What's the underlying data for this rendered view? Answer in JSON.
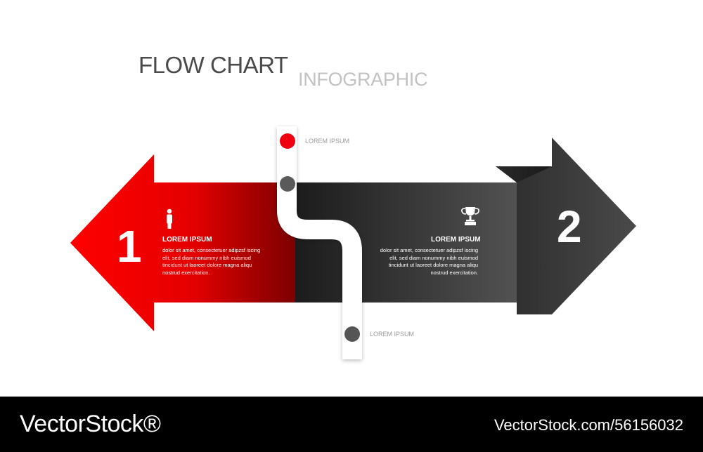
{
  "title": {
    "main": "FLOW CHART",
    "sub": "INFOGRAPHIC"
  },
  "colors": {
    "red": "#ee0000",
    "dark": "#3c3c3c",
    "node_red": "#ee0011",
    "node_gray": "#5a5a5a"
  },
  "steps": [
    {
      "number": "1",
      "icon": "person-icon",
      "heading": "LOREM IPSUM",
      "text": "dolor sit amet, consectetuer adipzsf iscing elit, sed diam nonummy nibh euismod tincidunt ut laoreet dolore magna aliqu nostrud exercitation."
    },
    {
      "number": "2",
      "icon": "trophy-icon",
      "heading": "LOREM IPSUM",
      "text": "dolor sit amet, consectetuer adipzsf iscing elit, sed diam nonummy nibh euismod tincidunt ut laoreet dolore magna aliqu nostrud exercitation."
    }
  ],
  "markers": [
    {
      "label": "LOREM IPSUM",
      "color": "red"
    },
    {
      "label": "",
      "color": "gray"
    },
    {
      "label": "LOREM IPSUM",
      "color": "gray"
    }
  ],
  "footer": {
    "brand": "VectorStock®",
    "image_id": "VectorStock.com/56156032"
  }
}
